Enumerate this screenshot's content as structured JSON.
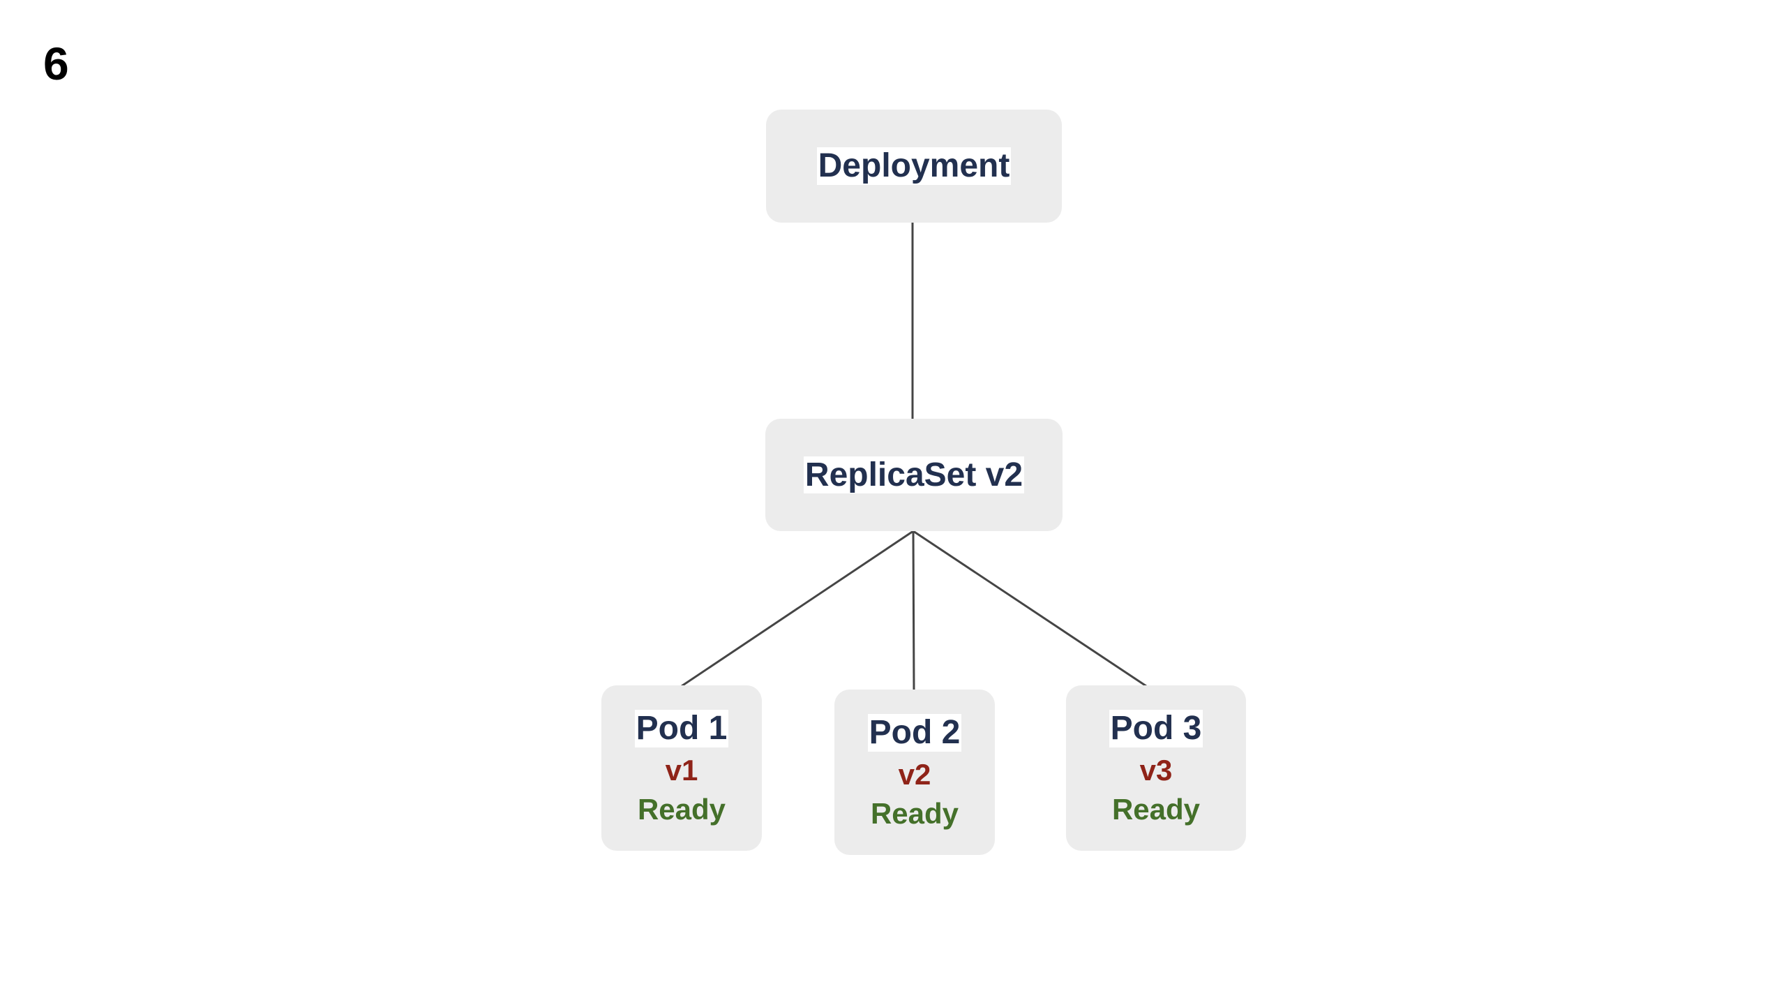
{
  "slide": {
    "number": "6"
  },
  "colors": {
    "node_fill": "#ececec",
    "title_text": "#22304f",
    "version_text": "#8f2318",
    "status_text": "#44702a",
    "edge_stroke": "#454545",
    "background": "#ffffff"
  },
  "diagram": {
    "nodes": {
      "deployment": {
        "title": "Deployment"
      },
      "replicaset": {
        "title": "ReplicaSet v2"
      },
      "pod1": {
        "title": "Pod 1",
        "version": "v1",
        "status": "Ready"
      },
      "pod2": {
        "title": "Pod 2",
        "version": "v2",
        "status": "Ready"
      },
      "pod3": {
        "title": "Pod 3",
        "version": "v3",
        "status": "Ready"
      }
    },
    "edges": [
      {
        "from": "deployment",
        "to": "replicaset"
      },
      {
        "from": "replicaset",
        "to": "pod1"
      },
      {
        "from": "replicaset",
        "to": "pod2"
      },
      {
        "from": "replicaset",
        "to": "pod3"
      }
    ]
  }
}
